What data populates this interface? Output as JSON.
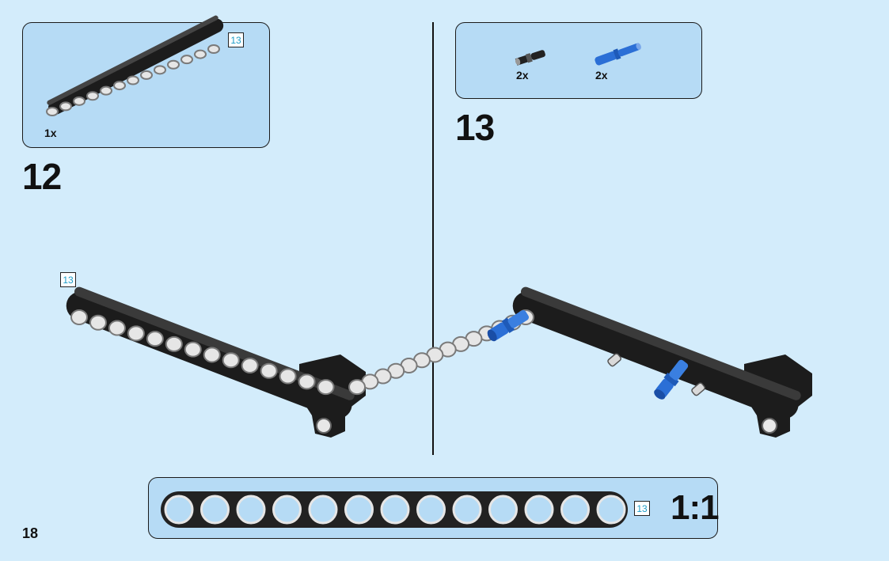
{
  "page_number": "18",
  "step12": {
    "number": "12",
    "parts": [
      {
        "qty": "1x",
        "length_badge": "13"
      }
    ],
    "model_length_badge": "13"
  },
  "step13": {
    "number": "13",
    "parts": [
      {
        "qty": "2x",
        "icon": "black-friction-pin-icon"
      },
      {
        "qty": "2x",
        "icon": "blue-axle-pin-icon"
      }
    ]
  },
  "ruler": {
    "length_badge": "13",
    "scale": "1:1",
    "holes": 13
  },
  "colors": {
    "background": "#d3ecfb",
    "callout": "#b6dbf5",
    "badge_text": "#1b9bc7",
    "beam": "#1c1c1c",
    "pin_blue": "#2b6fd6"
  }
}
